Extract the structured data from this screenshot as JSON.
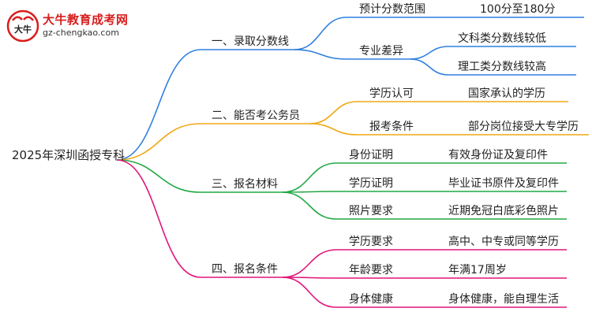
{
  "logo": {
    "title": "大牛教育成考网",
    "url": "gz-chengkao.com",
    "mark_text": "大牛"
  },
  "mindmap": {
    "root": "2025年深圳函授专科",
    "branches": [
      {
        "label": "一、录取分数线",
        "color": "#2f7fe0",
        "children": [
          {
            "label": "预计分数范围",
            "leaves": [
              "100分至180分"
            ]
          },
          {
            "label": "专业差异",
            "leaves": [
              "文科类分数线较低",
              "理工类分数线较高"
            ]
          }
        ]
      },
      {
        "label": "二、能否考公务员",
        "color": "#f0a814",
        "children": [
          {
            "label": "学历认可",
            "leaves": [
              "国家承认的学历"
            ]
          },
          {
            "label": "报考条件",
            "leaves": [
              "部分岗位接受大专学历"
            ]
          }
        ]
      },
      {
        "label": "三、报名材料",
        "color": "#22a845",
        "children": [
          {
            "label": "身份证明",
            "leaves": [
              "有效身份证及复印件"
            ]
          },
          {
            "label": "学历证明",
            "leaves": [
              "毕业证书原件及复印件"
            ]
          },
          {
            "label": "照片要求",
            "leaves": [
              "近期免冠白底彩色照片"
            ]
          }
        ]
      },
      {
        "label": "四、报名条件",
        "color": "#e0157a",
        "children": [
          {
            "label": "学历要求",
            "leaves": [
              "高中、中专或同等学历"
            ]
          },
          {
            "label": "年龄要求",
            "leaves": [
              "年满17周岁"
            ]
          },
          {
            "label": "身体健康",
            "leaves": [
              "身体健康，能自理生活"
            ]
          }
        ]
      }
    ]
  }
}
